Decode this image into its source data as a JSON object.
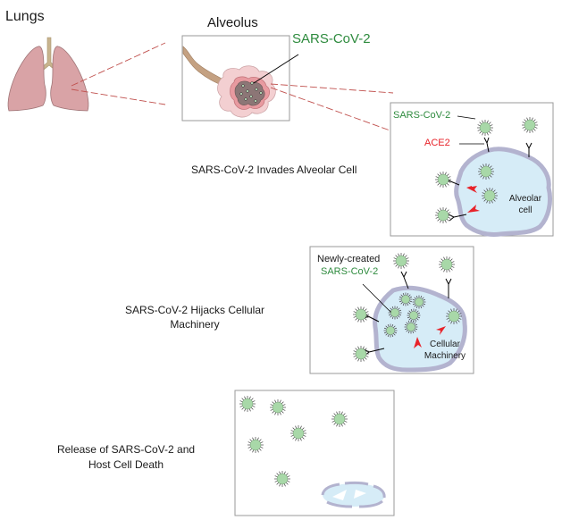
{
  "lungs": {
    "title": "Lungs"
  },
  "alveolus": {
    "title": "Alveolus",
    "virus_label": "SARS-CoV-2"
  },
  "step1": {
    "caption": "SARS-CoV-2 Invades Alveolar Cell",
    "virus_label": "SARS-CoV-2",
    "receptor_label": "ACE2",
    "cell_label_line1": "Alveolar",
    "cell_label_line2": "cell"
  },
  "step2": {
    "caption_line1": "SARS-CoV-2 Hijacks Cellular",
    "caption_line2": "Machinery",
    "new_label_line1": "Newly-created",
    "new_label_line2": "SARS-CoV-2",
    "machinery_line1": "Cellular",
    "machinery_line2": "Machinery"
  },
  "step3": {
    "caption_line1": "Release of SARS-CoV-2 and",
    "caption_line2": "Host Cell Death"
  },
  "colors": {
    "virus_text": "#2e8b3e",
    "receptor_text": "#e8232a",
    "lung_fill": "#d9a3a6",
    "cell_fill": "#d6ecf7",
    "membrane": "#b3b3cf",
    "virus_fill": "#a8d8a8",
    "zoom_line": "#c0504d",
    "arrow": "#e8232a"
  }
}
